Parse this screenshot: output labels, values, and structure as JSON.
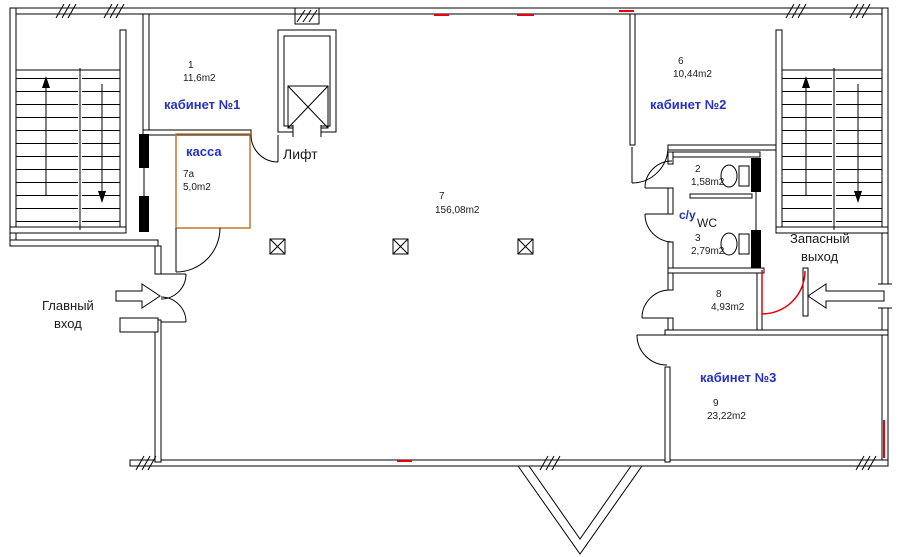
{
  "plan": {
    "rooms": {
      "office1": {
        "num": "1",
        "area": "11,6m2",
        "name": "кабинет №1"
      },
      "kassa": {
        "num": "7а",
        "area": "5,0m2",
        "name": "касса"
      },
      "lift": {
        "name": "Лифт"
      },
      "hall": {
        "num": "7",
        "area": "156,08m2"
      },
      "office2": {
        "num": "6",
        "area": "10,44m2",
        "name": "кабинет №2"
      },
      "wc2": {
        "num": "2",
        "area": "1,58m2"
      },
      "wc3": {
        "num": "3",
        "area": "2,79m2"
      },
      "su": {
        "name": "с/у",
        "wc": "WC"
      },
      "room8": {
        "num": "8",
        "area": "4,93m2"
      },
      "office3": {
        "num": "9",
        "area": "23,22m2",
        "name": "кабинет №3"
      }
    },
    "labels": {
      "entrance1": "Главный",
      "entrance2": "вход",
      "exit1": "Запасный",
      "exit2": "выход"
    },
    "colors": {
      "accent_blue": "#2431c4",
      "kassa_outline": "#c4762f",
      "red_accent": "#e8000d",
      "wall": "#000000"
    }
  }
}
